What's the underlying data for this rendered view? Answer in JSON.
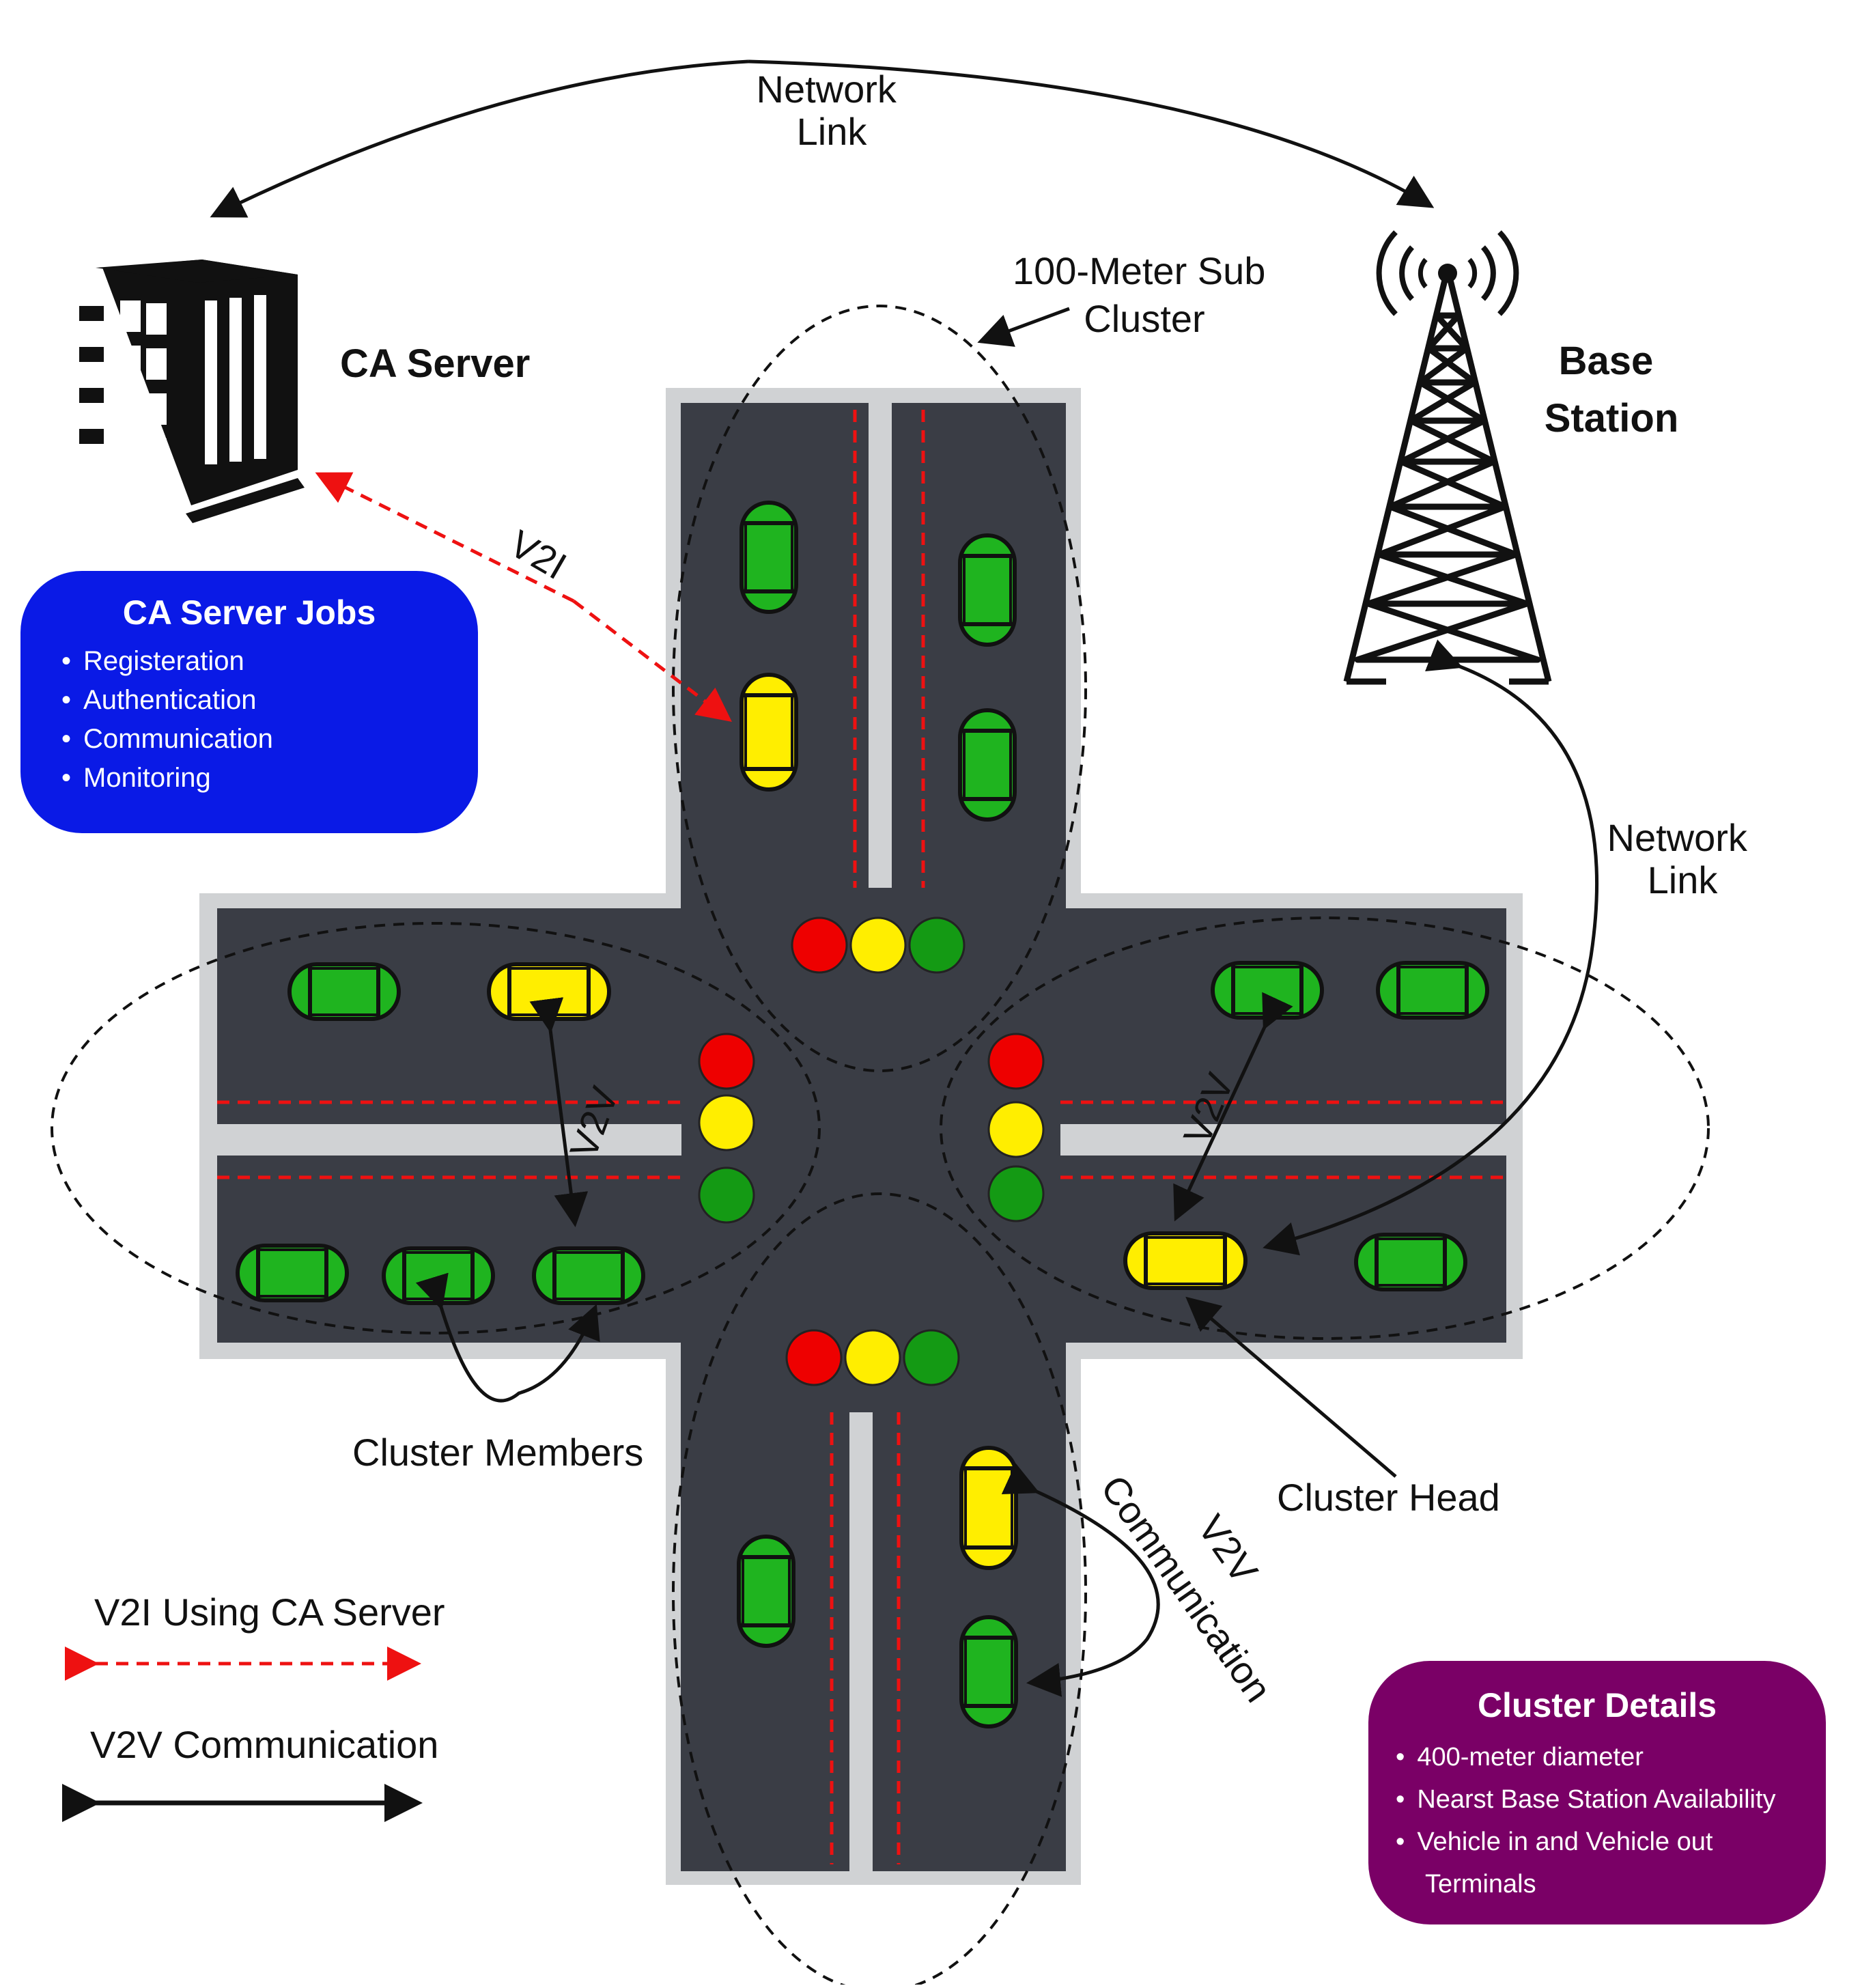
{
  "labels": {
    "network_link_top": [
      "Network",
      "Link"
    ],
    "network_link_right": [
      "Network",
      "Link"
    ],
    "ca_server": "CA Server",
    "base_station": [
      "Base",
      "Station"
    ],
    "sub_cluster": [
      "100-Meter Sub",
      "Cluster"
    ],
    "v2i": "V2I",
    "v2v": "V2V",
    "cluster_members": "Cluster Members",
    "cluster_head": "Cluster Head",
    "v2v_communication_bottom": [
      "V2V",
      "Communication"
    ]
  },
  "ca_server_jobs": {
    "title": "CA Server Jobs",
    "items": [
      "Registeration",
      "Authentication",
      "Communication",
      "Monitoring"
    ]
  },
  "cluster_details": {
    "title": "Cluster Details",
    "items": [
      "400-meter diameter",
      "Nearst Base Station Availability",
      "Vehicle in and Vehicle out"
    ],
    "continuation": "Terminals"
  },
  "legend": {
    "v2i": "V2I Using CA Server",
    "v2v": "V2V Communication"
  },
  "colors": {
    "road": "#3a3d45",
    "road_border": "#d0d2d4",
    "car_green": "#1fb41f",
    "car_yellow": "#ffee00",
    "light_red": "#ee0000",
    "light_yellow": "#ffee00",
    "light_green": "#149a14",
    "v2i_arrow": "#ee1111",
    "ca_jobs_box": "#0a1ae6",
    "cluster_box": "#7a0066"
  }
}
